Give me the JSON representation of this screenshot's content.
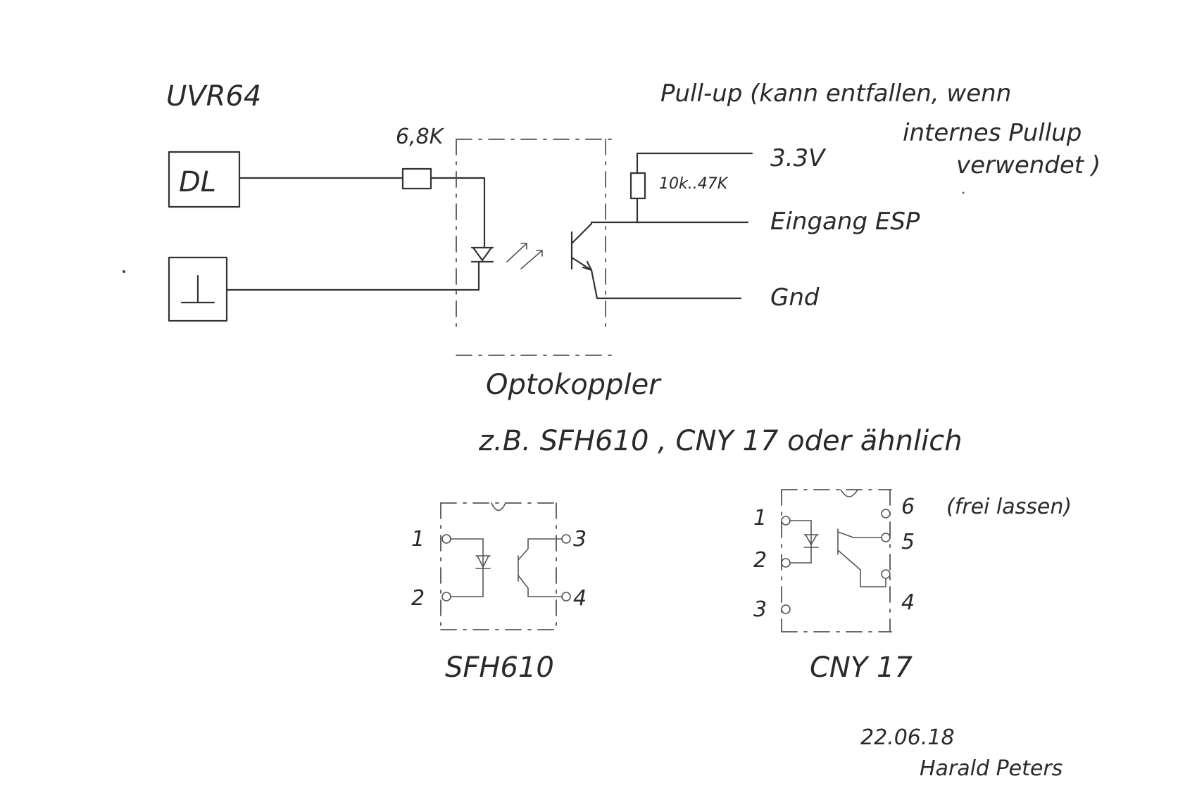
{
  "device": {
    "name": "UVR64",
    "pin_dl": "DL",
    "pin_gnd_symbol": "⊥"
  },
  "resistor_series": "6,8K",
  "pullup": {
    "label": "Pull-up (kann entfallen, wenn",
    "label_line2": "internes Pullup",
    "label_line3": "verwendet )",
    "value": "10k..47K"
  },
  "outputs": {
    "vcc": "3.3V",
    "esp_input": "Eingang ESP",
    "gnd": "Gnd"
  },
  "optocoupler": {
    "label": "Optokoppler",
    "examples": "z.B. SFH610 , CNY 17 oder ähnlich"
  },
  "sfh610": {
    "name": "SFH610",
    "pins": [
      "1",
      "2",
      "3",
      "4"
    ]
  },
  "cny17": {
    "name": "CNY 17",
    "pins": [
      "1",
      "2",
      "3",
      "4",
      "5",
      "6"
    ],
    "pin6_note": "(frei lassen)"
  },
  "signature": {
    "date": "22.06.18",
    "author": "Harald Peters"
  }
}
